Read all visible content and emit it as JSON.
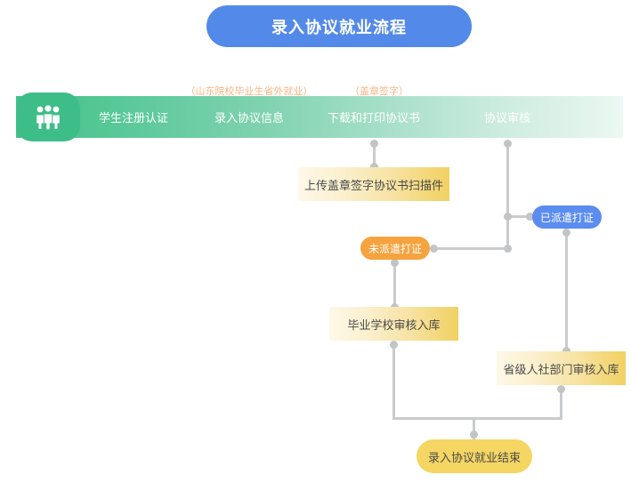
{
  "page": {
    "title": "录入协议就业流程",
    "title_color": "#5389e8",
    "background": "#ffffff"
  },
  "stage_bar": {
    "icon_name": "group-people-icon",
    "icon_background": "#3dbd88",
    "gradient_from": "#43c08c",
    "gradient_to": "#ecf8f3",
    "stages": [
      {
        "label": "学生注册认证"
      },
      {
        "label": "录入协议信息"
      },
      {
        "label": "下载和打印协议书"
      },
      {
        "label": "协议审核"
      }
    ],
    "annotations": [
      {
        "text": "（山东院校毕业生省外就业）",
        "color": "#f9b583"
      },
      {
        "text": "（盖章签字）",
        "color": "#f9b583"
      }
    ]
  },
  "nodes": {
    "upload": {
      "label": "上传盖章签字协议书扫描件",
      "style": "yellow-gradient-box"
    },
    "not_dispatched": {
      "label": "未派遣打证",
      "style": "orange-pill",
      "color": "#f5a33f"
    },
    "dispatched": {
      "label": "已派遣打证",
      "style": "blue-pill",
      "color": "#5b8cf0"
    },
    "school_review": {
      "label": "毕业学校审核入库",
      "style": "yellow-gradient-box"
    },
    "province_review": {
      "label": "省级人社部门审核入库",
      "style": "yellow-gradient-box"
    },
    "end": {
      "label": "录入协议就业结束",
      "style": "yellow-pill",
      "color": "#f5d663"
    }
  },
  "connectors": {
    "line_color": "#c9cbcd",
    "dot_color": "#c2c4c6"
  }
}
